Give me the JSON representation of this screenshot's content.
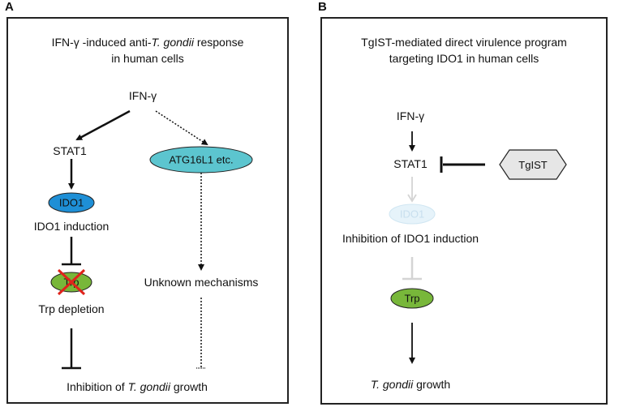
{
  "panel_a": {
    "letter": "A",
    "title_line1_pre": "IFN-γ -induced anti-",
    "title_line1_italic": "T. gondii",
    "title_line1_post": " response",
    "title_line2": "in human cells",
    "ifn_label": "IFN-γ",
    "stat1_label": "STAT1",
    "ido1_node": "IDO1",
    "ido1_induction": "IDO1 induction",
    "trp_node": "Trp",
    "trp_depletion": "Trp depletion",
    "atg_node": "ATG16L1 etc.",
    "unknown": "Unknown mechanisms",
    "inhibition_pre": "Inhibition of ",
    "inhibition_italic": "T. gondii",
    "inhibition_post": " growth"
  },
  "panel_b": {
    "letter": "B",
    "title_line1": "TgIST-mediated direct virulence program",
    "title_line2": "targeting IDO1 in human cells",
    "ifn_label": "IFN-γ",
    "stat1_label": "STAT1",
    "tgist_node": "TgIST",
    "ido1_node": "IDO1",
    "inhibition_ido1": "Inhibition of IDO1 induction",
    "trp_node": "Trp",
    "growth_italic": "T. gondii",
    "growth_post": " growth"
  },
  "colors": {
    "ido1_fill": "#1e8fd6",
    "atg_fill": "#5cc5cf",
    "trp_fill": "#78b73a",
    "cross": "#e0231b",
    "tgist_fill": "#e6e6e6",
    "faint": "#d4d4d4"
  }
}
